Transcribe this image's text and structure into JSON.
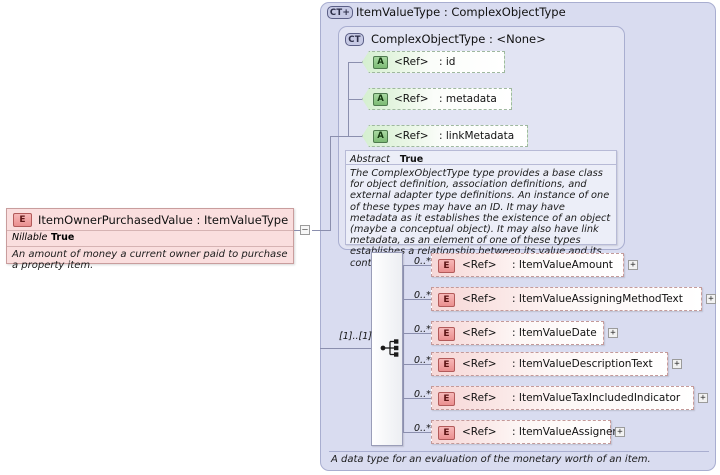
{
  "outer_type": {
    "badge": "CT",
    "badge_expand": "+",
    "title": "ItemValueType : ComplexObjectType",
    "documentation": "A data type for an evaluation of the monetary worth of an item."
  },
  "inner_type": {
    "badge": "CT",
    "title": "ComplexObjectType : <None>",
    "attributes": [
      {
        "badge": "A",
        "ref": "<Ref>",
        "name": ": id"
      },
      {
        "badge": "A",
        "ref": "<Ref>",
        "name": ": metadata"
      },
      {
        "badge": "A",
        "ref": "<Ref>",
        "name": ": linkMetadata"
      }
    ],
    "properties": {
      "abstract_label": "Abstract",
      "abstract_value": "True"
    },
    "documentation": "The ComplexObjectType type provides a base class for object definition, association definitions, and external adapter type definitions. An instance of one of these types may have an ID. It may have metadata as it establishes the existence of an object (maybe a conceptual object). It may also have link metadata, as an element of one of these types establishes a relationship between its value and its context."
  },
  "model_group": {
    "kind": "sequence",
    "cardinality": "[1]..[1]"
  },
  "elements": [
    {
      "badge": "E",
      "ref": "<Ref>",
      "name": ": ItemValueAmount",
      "cardinality": "0..*",
      "expand": "+"
    },
    {
      "badge": "E",
      "ref": "<Ref>",
      "name": ": ItemValueAssigningMethodText",
      "cardinality": "0..*",
      "expand": "+"
    },
    {
      "badge": "E",
      "ref": "<Ref>",
      "name": ": ItemValueDate",
      "cardinality": "0..*",
      "expand": "+"
    },
    {
      "badge": "E",
      "ref": "<Ref>",
      "name": ": ItemValueDescriptionText",
      "cardinality": "0..*",
      "expand": "+"
    },
    {
      "badge": "E",
      "ref": "<Ref>",
      "name": ": ItemValueTaxIncludedIndicator",
      "cardinality": "0..*",
      "expand": "+"
    },
    {
      "badge": "E",
      "ref": "<Ref>",
      "name": ": ItemValueAssigner",
      "cardinality": "0..*",
      "expand": "+"
    }
  ],
  "left_element": {
    "badge": "E",
    "title": "ItemOwnerPurchasedValue : ItemValueType",
    "nillable_label": "Nillable",
    "nillable_value": "True",
    "documentation": "An amount of money a current owner paid to purchase a property item.",
    "collapse": "–"
  }
}
